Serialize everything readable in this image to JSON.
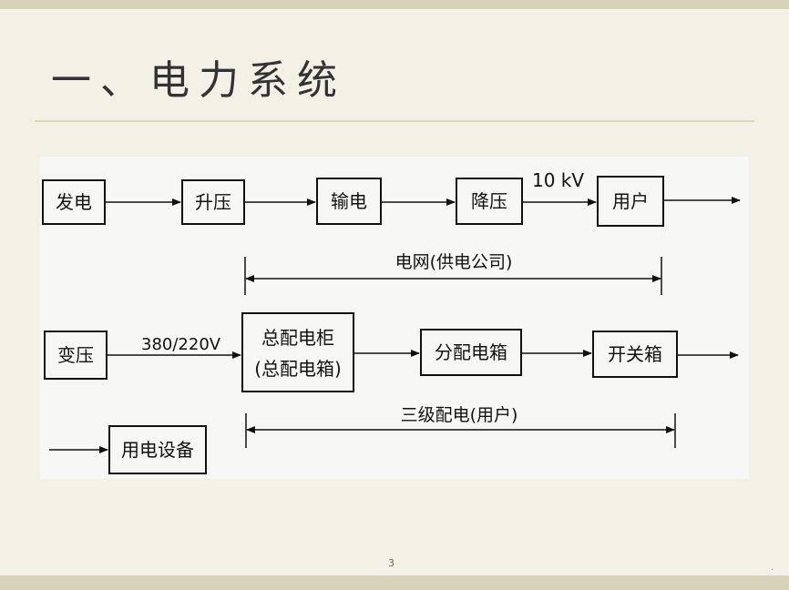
{
  "slide": {
    "title": "一、电力系统",
    "page_number": "3",
    "corner_mark": "."
  },
  "diagram": {
    "row1": {
      "boxes": [
        "发电",
        "升压",
        "输电",
        "降压",
        "用户"
      ],
      "voltage_label": "10 kV",
      "span_label": "电网(供电公司)"
    },
    "row2": {
      "source": "变压",
      "voltage_label": "380/220V",
      "main_box": [
        "总配电柜",
        "(总配电箱)"
      ],
      "sub_box": "分配电箱",
      "switch_box": "开关箱",
      "span_label": "三级配电(用户)"
    },
    "row3": {
      "device_box": "用电设备"
    }
  }
}
